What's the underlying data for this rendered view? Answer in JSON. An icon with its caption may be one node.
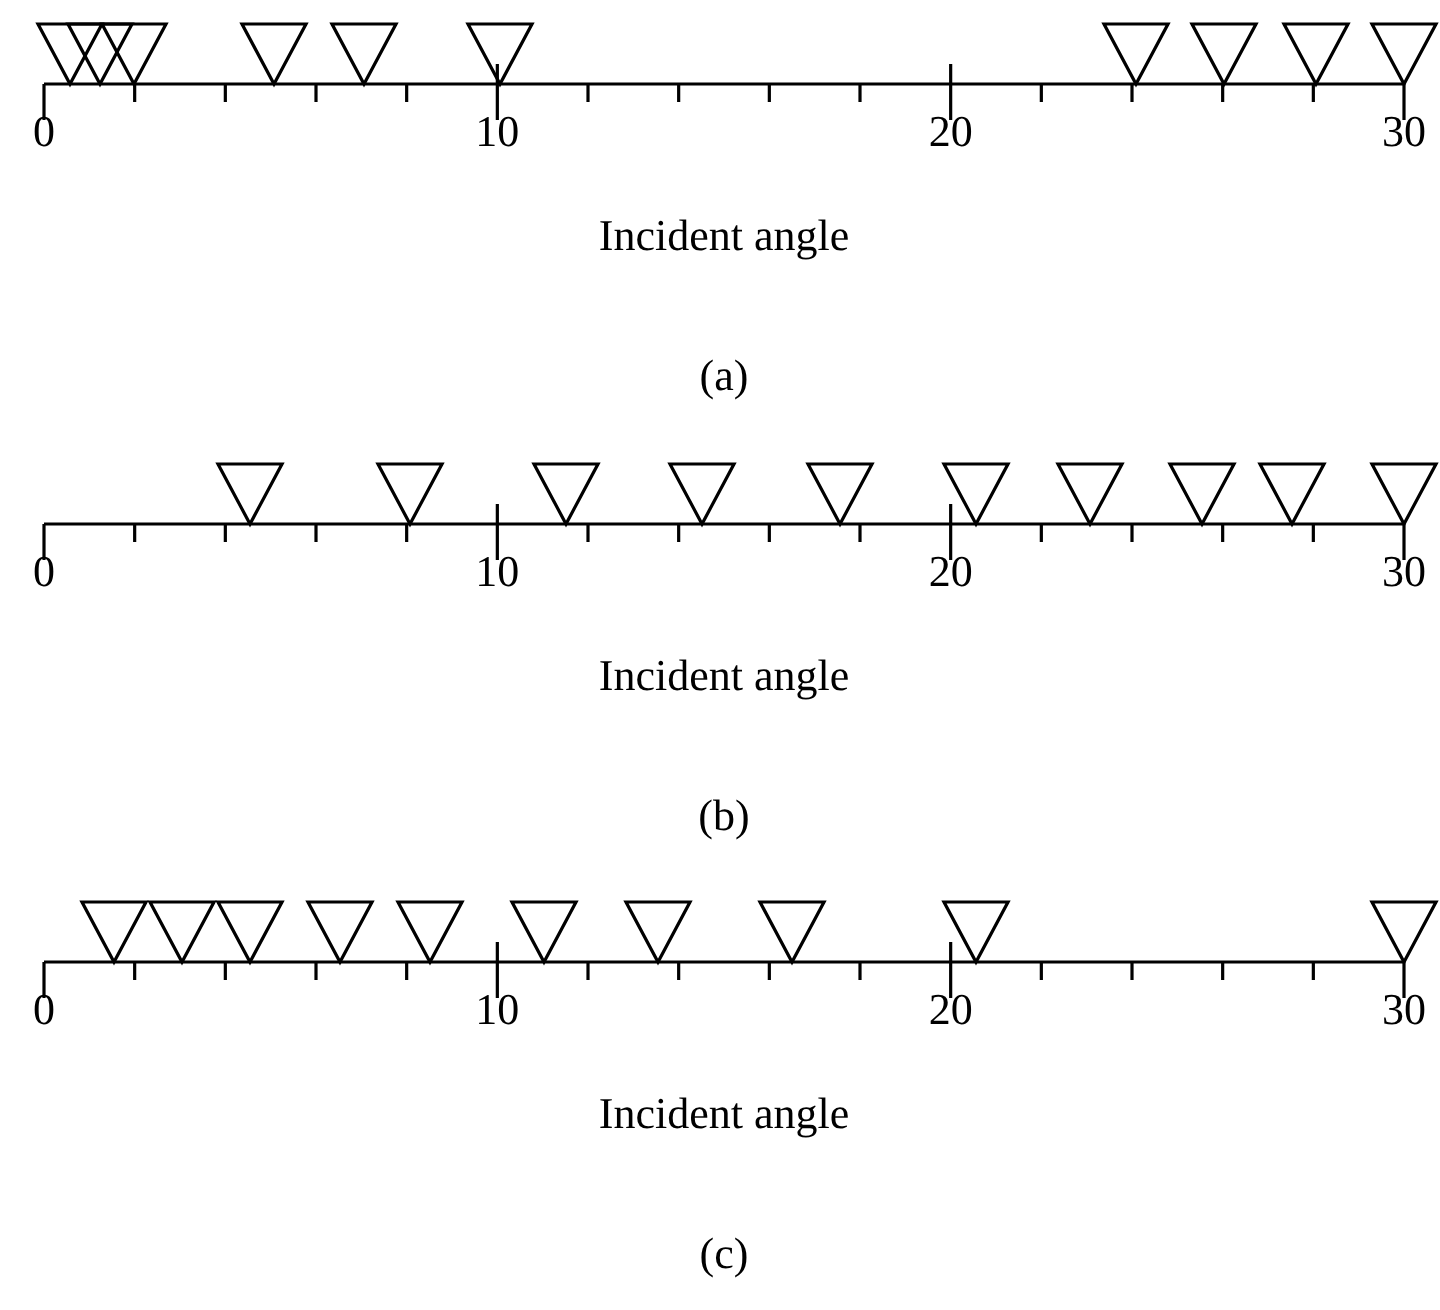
{
  "diagram": {
    "labels": [
      "0",
      "10",
      "20",
      "30",
      "Incident angle",
      "(a)",
      "0",
      "10",
      "20",
      "30",
      "Incident angle",
      "(b)",
      "0",
      "10",
      "20",
      "30",
      "Incident angle",
      "(c)"
    ]
  }
}
